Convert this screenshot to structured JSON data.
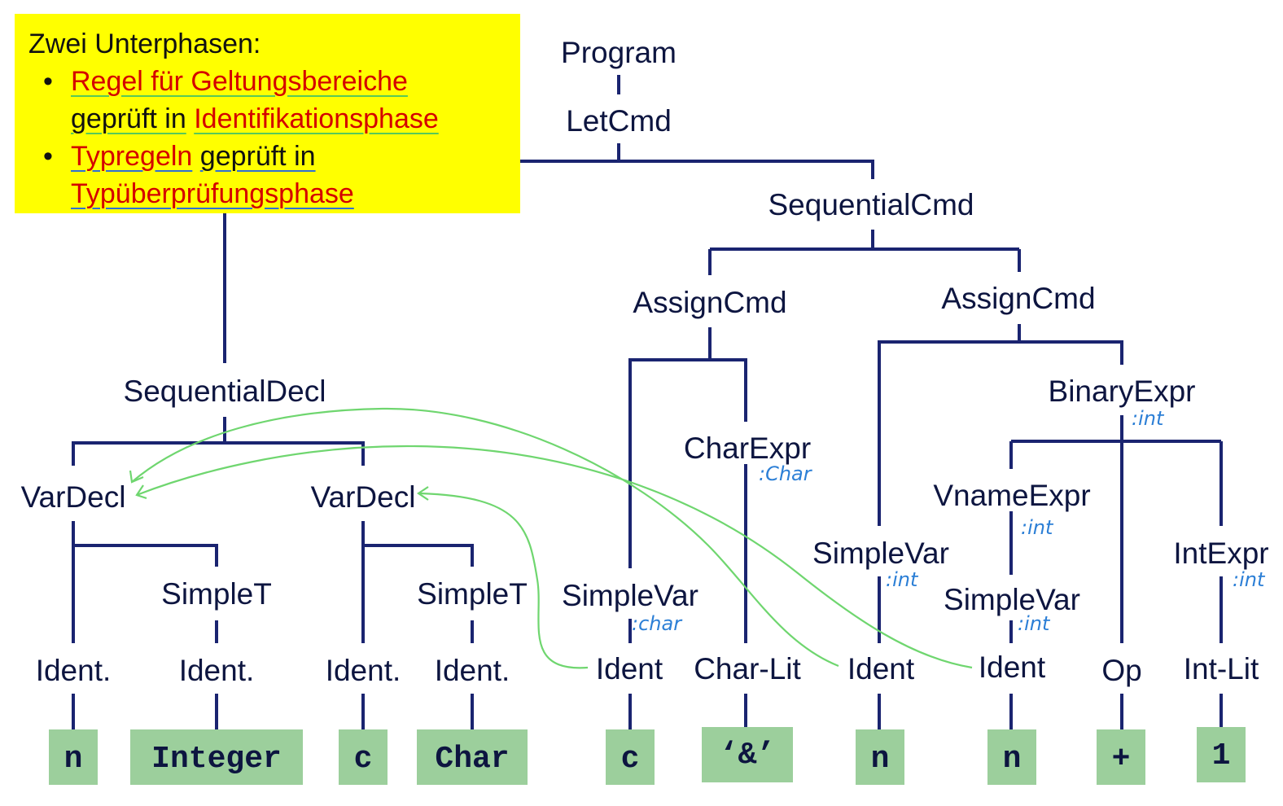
{
  "note": {
    "title": "Zwei Unterphasen:",
    "bullet1": {
      "rule": "Regel für Geltungsbereiche",
      "checked_in": "geprüft in",
      "phase": "Identifikationsphase"
    },
    "bullet2": {
      "rule": "Typregeln",
      "checked_in": "geprüft in",
      "phase": "Typüberprüfungsphase"
    }
  },
  "nodes": {
    "program": "Program",
    "letcmd": "LetCmd",
    "seqcmd": "SequentialCmd",
    "assign1": "AssignCmd",
    "assign2": "AssignCmd",
    "seqdecl": "SequentialDecl",
    "vardecl1": "VarDecl",
    "vardecl2": "VarDecl",
    "simplet1": "SimpleT",
    "simplet2": "SimpleT",
    "ident1": "Ident.",
    "ident2": "Ident.",
    "ident3": "Ident.",
    "ident4": "Ident.",
    "simplevar1": "SimpleVar",
    "charexpr": "CharExpr",
    "ident5": "Ident",
    "charlit": "Char-Lit",
    "simplevar2": "SimpleVar",
    "binaryexpr": "BinaryExpr",
    "vnameexpr": "VnameExpr",
    "simplevar3": "SimpleVar",
    "intexpr": "IntExpr",
    "ident6": "Ident",
    "ident7": "Ident",
    "op": "Op",
    "intlit": "Int-Lit"
  },
  "leaves": {
    "n1": "n",
    "integer": "Integer",
    "c1": "c",
    "char": "Char",
    "c2": "c",
    "amp": "‘&’",
    "n2": "n",
    "n3": "n",
    "plus": "+",
    "one": "1"
  },
  "annotations": {
    "charexpr_type": ":Char",
    "simplevar1_type": ":char",
    "simplevar2_type": ":int",
    "binaryexpr_type": ":int",
    "vnameexpr_type": ":int",
    "simplevar3_type": ":int",
    "intexpr_type": ":int"
  },
  "colors": {
    "note_background": "#ffff00",
    "highlight_text": "#d40000",
    "tree_edges": "#1a2470",
    "leaf_fill": "#9ccf9c",
    "annotation_ink": "#2c7fd6",
    "binding_links": "#6fd66f"
  }
}
